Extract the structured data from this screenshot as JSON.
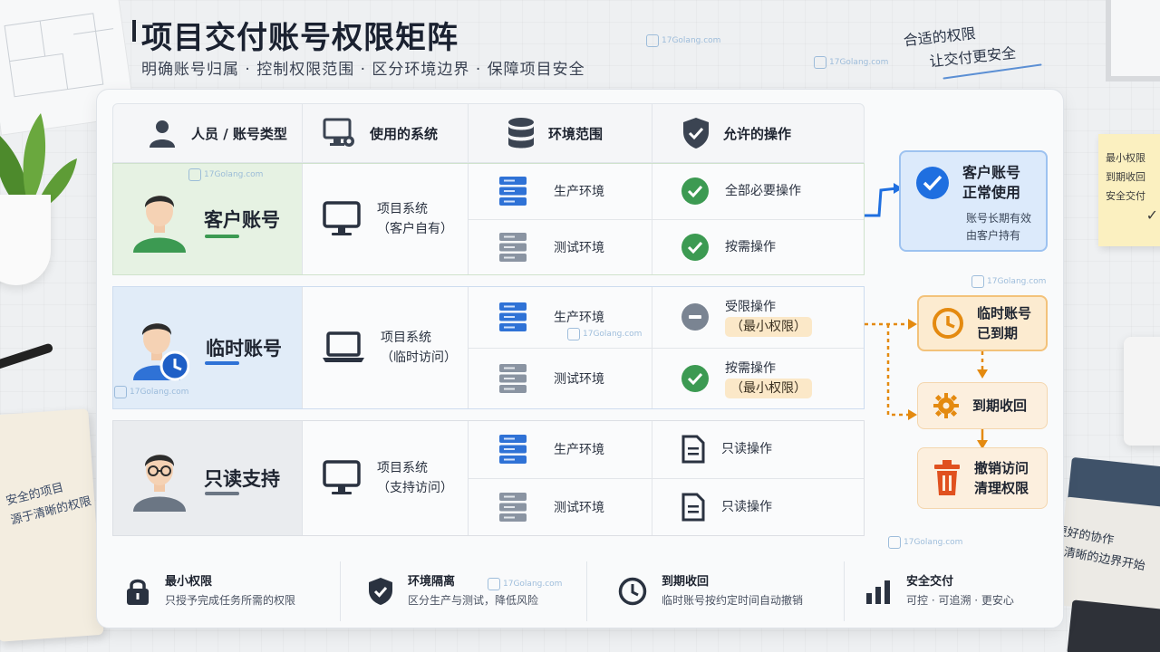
{
  "title": "项目交付账号权限矩阵",
  "subtitle": "明确账号归属 · 控制权限范围 · 区分环境边界 · 保障项目安全",
  "watermark": "17Golang.com",
  "handnote": {
    "line1": "合适的权限",
    "line2": "让交付更安全"
  },
  "sticky": {
    "l1": "最小权限",
    "l2": "到期收回",
    "l3": "安全交付",
    "check": "✓"
  },
  "notebook_note": {
    "l1": "安全的项目",
    "l2": "源于清晰的权限"
  },
  "book_note": {
    "l1": "更好的协作",
    "l2": "从清晰的边界开始"
  },
  "header": {
    "col1": "人员 / 账号类型",
    "col2": "使用的系统",
    "col3": "环境范围",
    "col4": "允许的操作"
  },
  "groups": [
    {
      "user": "客户账号",
      "system_l1": "项目系统",
      "system_l2": "（客户自有）",
      "rows": [
        {
          "env": "生产环境",
          "op": "全部必要操作",
          "op_note": ""
        },
        {
          "env": "测试环境",
          "op": "按需操作",
          "op_note": ""
        }
      ]
    },
    {
      "user": "临时账号",
      "system_l1": "项目系统",
      "system_l2": "（临时访问）",
      "rows": [
        {
          "env": "生产环境",
          "op": "受限操作",
          "op_note": "（最小权限）"
        },
        {
          "env": "测试环境",
          "op": "按需操作",
          "op_note": "（最小权限）"
        }
      ]
    },
    {
      "user": "只读支持",
      "system_l1": "项目系统",
      "system_l2": "（支持访问）",
      "rows": [
        {
          "env": "生产环境",
          "op": "只读操作",
          "op_note": ""
        },
        {
          "env": "测试环境",
          "op": "只读操作",
          "op_note": ""
        }
      ]
    }
  ],
  "flow": {
    "customer": {
      "l1": "客户账号",
      "l2": "正常使用",
      "desc1": "账号长期有效",
      "desc2": "由客户持有"
    },
    "expired": {
      "l1": "临时账号",
      "l2": "已到期"
    },
    "reclaim": "到期收回",
    "revoke": {
      "l1": "撤销访问",
      "l2": "清理权限"
    }
  },
  "bottom": [
    {
      "title": "最小权限",
      "desc": "只授予完成任务所需的权限",
      "icon": "lock-icon"
    },
    {
      "title": "环境隔离",
      "desc": "区分生产与测试，降低风险",
      "icon": "shield-check-icon"
    },
    {
      "title": "到期收回",
      "desc": "临时账号按约定时间自动撤销",
      "icon": "clock-icon"
    },
    {
      "title": "安全交付",
      "desc": "可控 · 可追溯 · 更安心",
      "icon": "bar-chart-icon"
    }
  ],
  "colors": {
    "green": "#3c9a52",
    "blue": "#1f6fe0",
    "orange": "#e48a10",
    "gray": "#6b7684"
  }
}
